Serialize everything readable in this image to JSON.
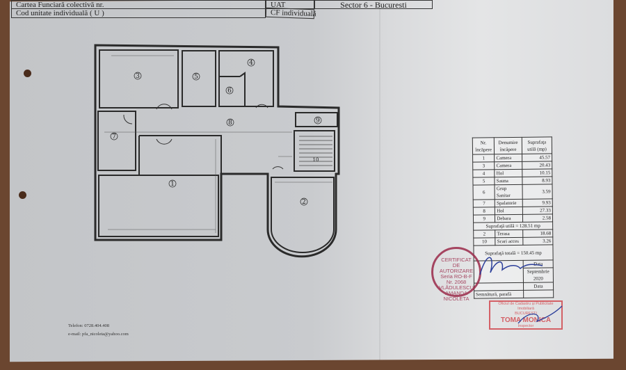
{
  "header": {
    "row1_label": "Cartea Funciară colectivă nr.",
    "row2_label": "Cod unitate individuală ( U )",
    "uat_label": "UAT",
    "uat_value": "Sector 6 - Bucuresti",
    "cf_label": "CF individuală"
  },
  "floor_plan": {
    "rooms": [
      "1",
      "2",
      "3",
      "4",
      "5",
      "6",
      "7",
      "8",
      "9",
      "10"
    ]
  },
  "table": {
    "headers": [
      "Nr. încăpere",
      "Denumire încăpere",
      "Suprafaţa utilă (mp)"
    ],
    "rows": [
      {
        "nr": "1",
        "name": "Camera",
        "area": "45.57"
      },
      {
        "nr": "3",
        "name": "Camera",
        "area": "20.43"
      },
      {
        "nr": "4",
        "name": "Hol",
        "area": "10.15"
      },
      {
        "nr": "5",
        "name": "Sauna",
        "area": "8.93"
      },
      {
        "nr": "6",
        "name": "Grup Sanitar",
        "area": "3.59"
      },
      {
        "nr": "7",
        "name": "Spalatorie",
        "area": "9.93"
      },
      {
        "nr": "8",
        "name": "Hol",
        "area": "27.33"
      },
      {
        "nr": "9",
        "name": "Debara",
        "area": "2.58"
      }
    ],
    "useful_total": "Suprafaţă utilă = 128.51 mp",
    "extra_rows": [
      {
        "nr": "2",
        "name": "Terasa",
        "area": "18.68"
      },
      {
        "nr": "10",
        "name": "Scari acces",
        "area": "3.26"
      }
    ],
    "grand_total": "Suprafaţă totală = 150.45 mp",
    "date_label": "Data",
    "date_value": "Septembrie 2020",
    "date_label2": "Data",
    "sign_row": "Semnătură, parafă"
  },
  "contact": {
    "phone": "Telefon: 0728.404.408",
    "email": "e-mail: pfa_nicoleta@yahoo.com"
  },
  "stamps": {
    "round": [
      "CERTIFICAT",
      "DE",
      "AUTORIZARE",
      "Seria RO-B-F",
      "Nr. 2068",
      "VLĂDULESCU",
      "AMANDA",
      "NICOLETA"
    ],
    "rect_top": "Oficiul de Cadastru şi Publicitate Imobiliară",
    "rect_city": "BUCUREŞTI",
    "rect_name": "TOMA MONICA",
    "rect_role": "Inspector"
  },
  "colors": {
    "stamp_round": "#9b2a4a",
    "stamp_rect": "#d24a50",
    "signature": "#2c3f9a",
    "wood": "#6b4630"
  }
}
